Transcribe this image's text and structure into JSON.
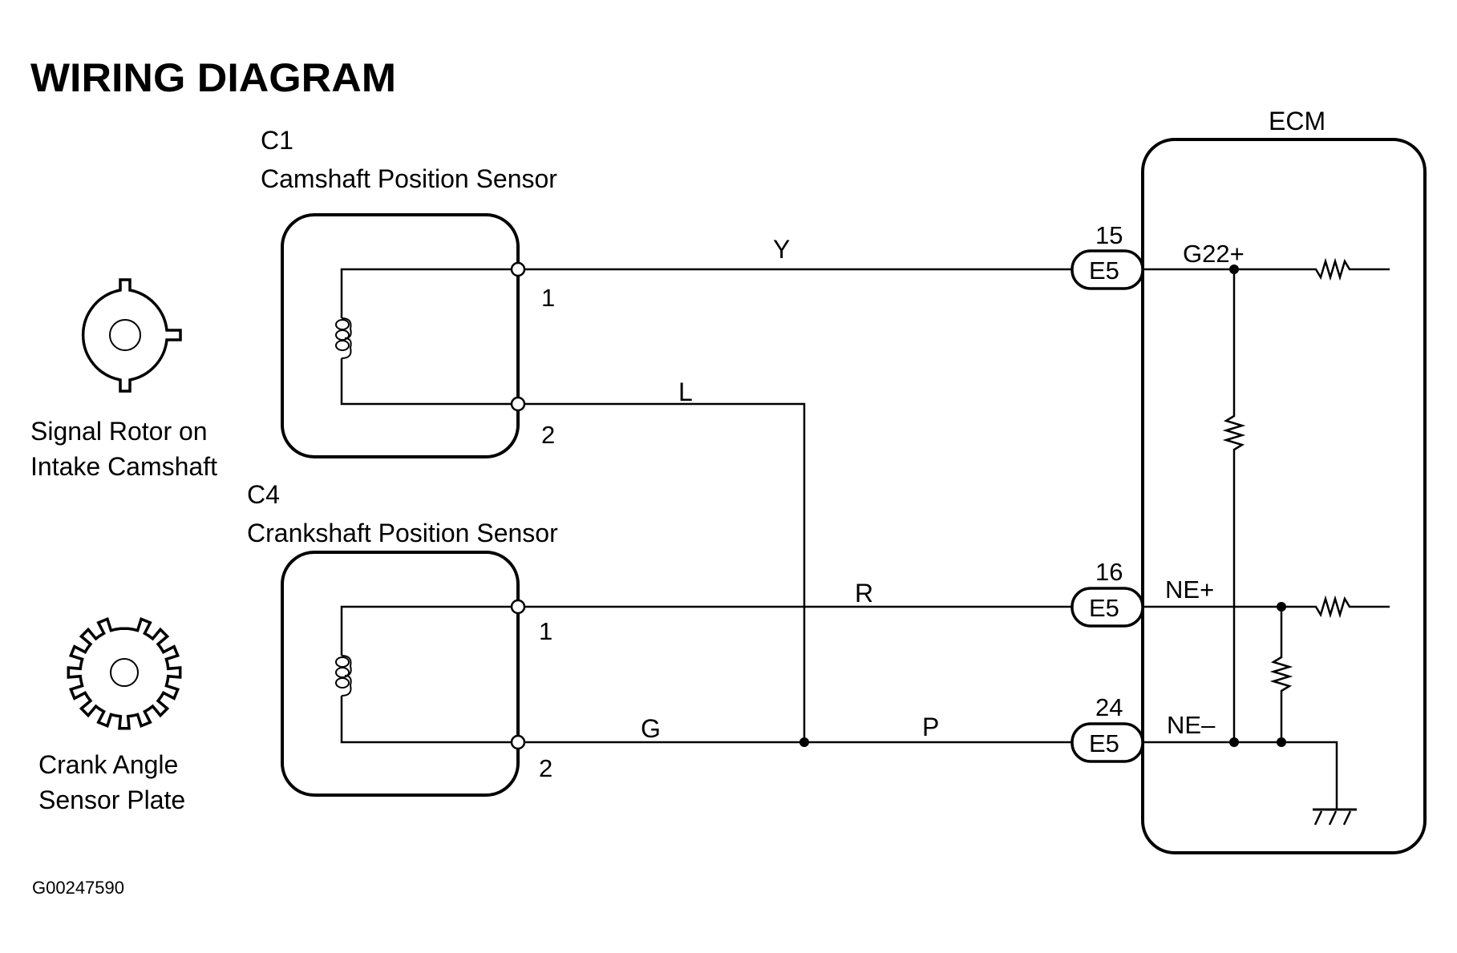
{
  "title": "WIRING DIAGRAM",
  "figure_id": "G00247590",
  "components": {
    "signal_rotor": {
      "label_line1": "Signal Rotor on",
      "label_line2": "Intake Camshaft"
    },
    "crank_plate": {
      "label_line1": "Crank Angle",
      "label_line2": "Sensor Plate"
    },
    "camshaft_sensor": {
      "code": "C1",
      "name": "Camshaft Position Sensor",
      "pins": [
        "1",
        "2"
      ]
    },
    "crankshaft_sensor": {
      "code": "C4",
      "name": "Crankshaft Position Sensor",
      "pins": [
        "1",
        "2"
      ]
    },
    "ecm": {
      "name": "ECM",
      "terminals": [
        {
          "connector": "E5",
          "pin": "15",
          "signal": "G22+"
        },
        {
          "connector": "E5",
          "pin": "16",
          "signal": "NE+"
        },
        {
          "connector": "E5",
          "pin": "24",
          "signal": "NE–"
        }
      ]
    }
  },
  "wires": [
    {
      "color_code": "Y",
      "from": "C1-1",
      "to": "E5-15"
    },
    {
      "color_code": "L",
      "from": "C1-2",
      "to": "splice"
    },
    {
      "color_code": "R",
      "from": "C4-1",
      "to": "E5-16"
    },
    {
      "color_code": "G",
      "from": "C4-2",
      "to": "splice"
    },
    {
      "color_code": "P",
      "from": "splice",
      "to": "E5-24"
    }
  ]
}
